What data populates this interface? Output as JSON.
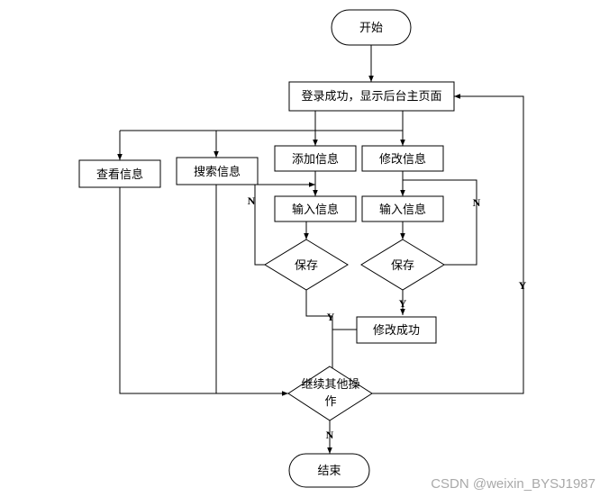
{
  "nodes": {
    "start": "开始",
    "login_main": "登录成功，显示后台主页面",
    "view_info": "查看信息",
    "search_info": "搜索信息",
    "add_info": "添加信息",
    "edit_info": "修改信息",
    "input_info_add": "输入信息",
    "input_info_edit": "输入信息",
    "save_add": "保存",
    "save_edit": "保存",
    "edit_success": "修改成功",
    "continue_line1": "继续其他操",
    "continue_line2": "作",
    "end": "结束"
  },
  "edge_labels": {
    "save_add_no": "N",
    "save_add_yes": "Y",
    "save_edit_no": "N",
    "save_edit_yes": "Y",
    "continue_yes": "Y",
    "continue_no": "N"
  },
  "watermark": "CSDN @weixin_BYSJ1987"
}
